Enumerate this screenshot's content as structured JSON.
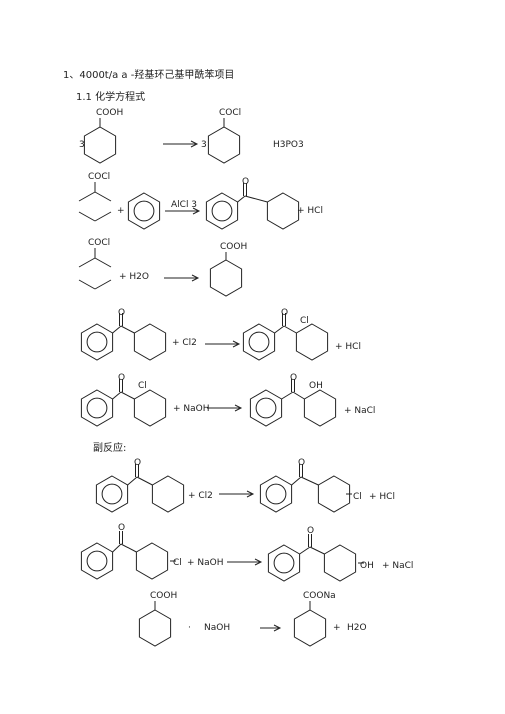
{
  "heading": {
    "title": "1、4000t/a a -羟基环己基甲酰苯项目",
    "section": "1.1 化学方程式",
    "side_reactions": "副反应:"
  },
  "labels": {
    "cooh": "COOH",
    "cocl": "COCl",
    "coona": "COONa",
    "three": "3",
    "h3po3": "H3PO3",
    "plus": "+",
    "alcl3": "AlCl 3",
    "o": "O",
    "plus_hcl": "+ HCl",
    "plus_h2o": "+ H2O",
    "plus_cl2": "+ Cl2",
    "cl": "Cl",
    "oh": "OH",
    "plus_naoh": "+ NaOH",
    "plus_nacl": "+ NaCl",
    "naoh": "NaOH",
    "h2o": "H2O",
    "dot": "·"
  }
}
